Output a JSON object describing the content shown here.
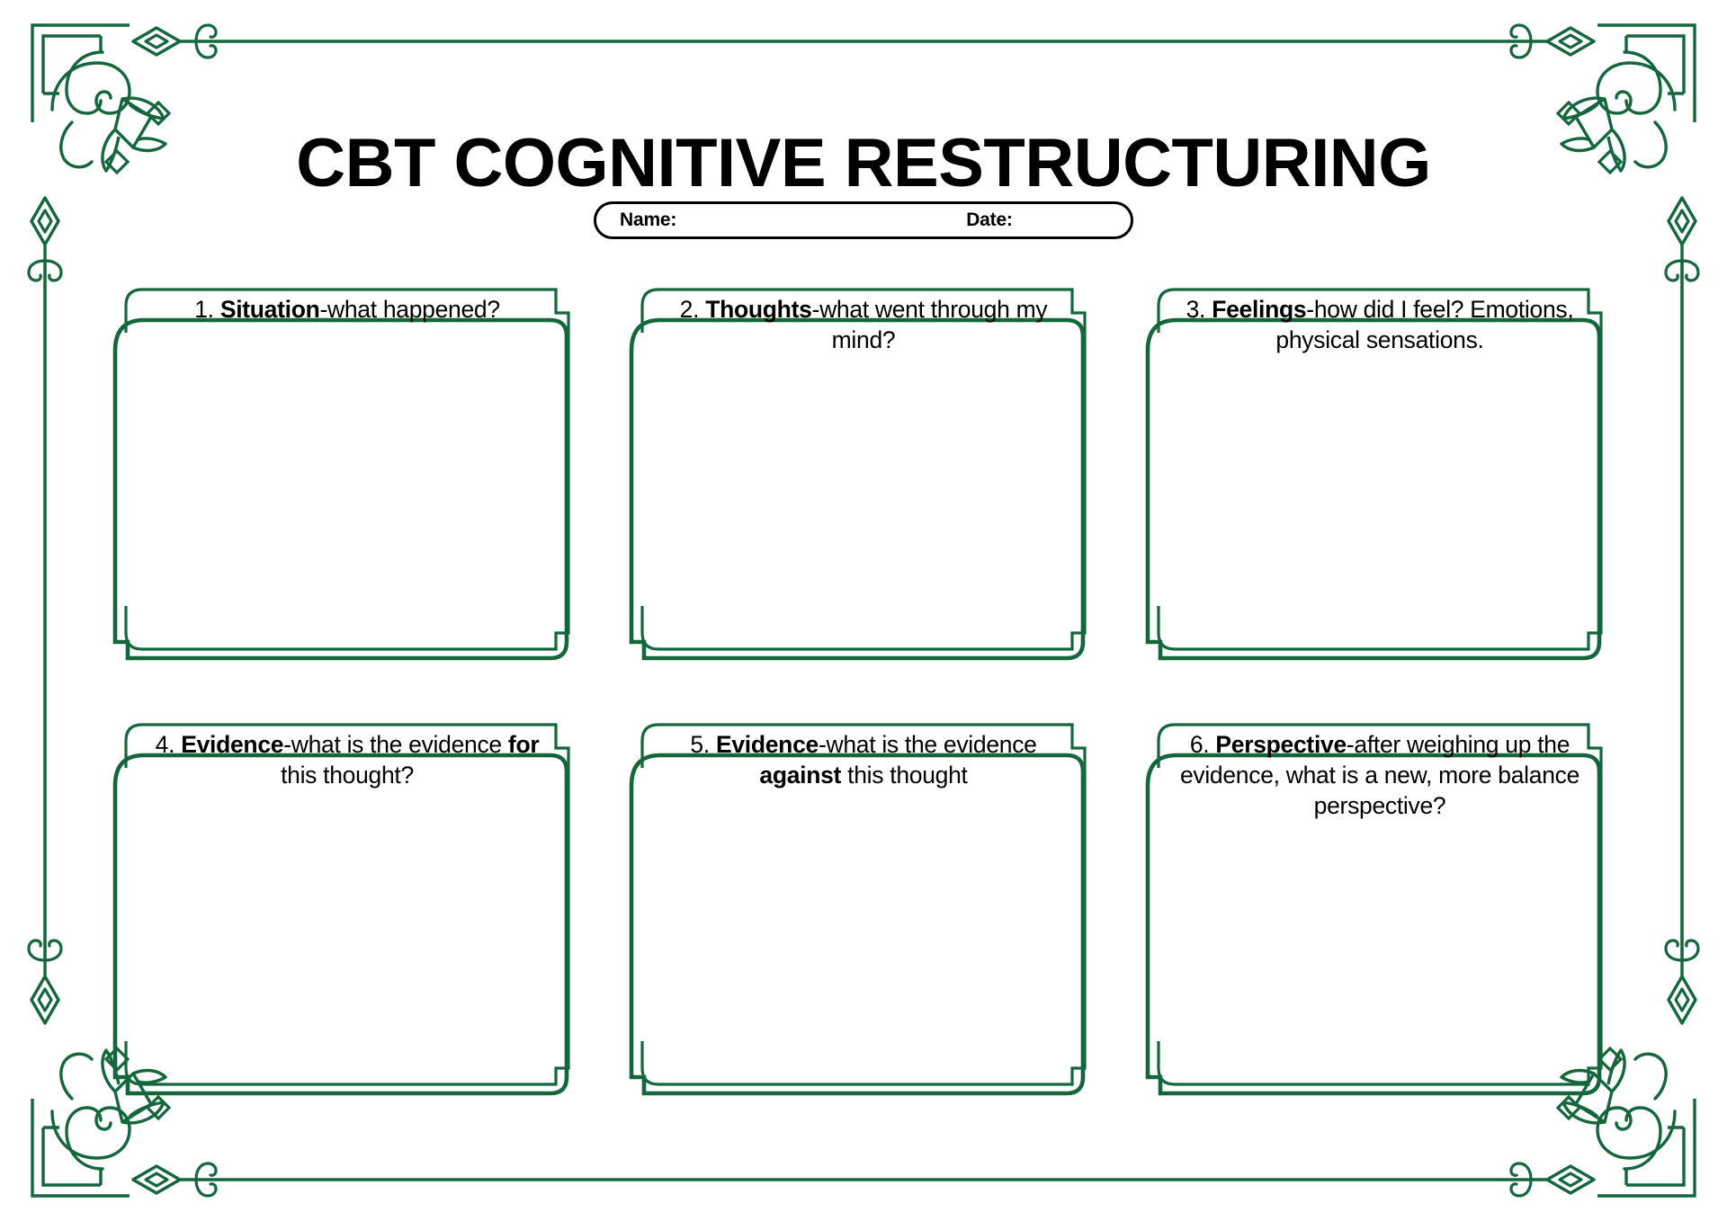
{
  "document": {
    "title": "CBT COGNITIVE RESTRUCTURING",
    "accent_color": "#14663c",
    "text_color": "#000000",
    "background_color": "#ffffff"
  },
  "header": {
    "name_label": "Name:",
    "date_label": "Date:",
    "name_value": "",
    "date_value": ""
  },
  "boxes": [
    {
      "number": "1.",
      "term": "Situation",
      "prompt": "-what happened?",
      "full_text": "1. Situation-what happened?",
      "answer": ""
    },
    {
      "number": "2.",
      "term": "Thoughts",
      "prompt": "-what went through my mind?",
      "full_text": "2. Thoughts-what went through my mind?",
      "answer": ""
    },
    {
      "number": "3.",
      "term": "Feelings",
      "prompt": "-how did I feel? Emotions, physical sensations.",
      "full_text": "3. Feelings-how did I feel? Emotions, physical sensations.",
      "answer": ""
    },
    {
      "number": "4.",
      "term": "Evidence",
      "prompt": "-what is the evidence for this thought?",
      "emphasis": "for",
      "full_text": "4. Evidence-what is the evidence for this thought?",
      "answer": ""
    },
    {
      "number": "5.",
      "term": "Evidence",
      "prompt": "-what is the evidence against this thought",
      "emphasis": "against",
      "full_text": "5. Evidence-what is the evidence against this thought",
      "answer": ""
    },
    {
      "number": "6.",
      "term": "Perspective",
      "prompt": "-after weighing up the evidence, what is a new, more balance perspective?",
      "full_text": "6. Perspective-after weighing up the evidence, what is a new, more balance perspective?",
      "answer": ""
    }
  ],
  "ornament": {
    "corner_motif": "floral-scroll-corner-ornament",
    "rule_terminal": "diamond-finial-scroll"
  }
}
